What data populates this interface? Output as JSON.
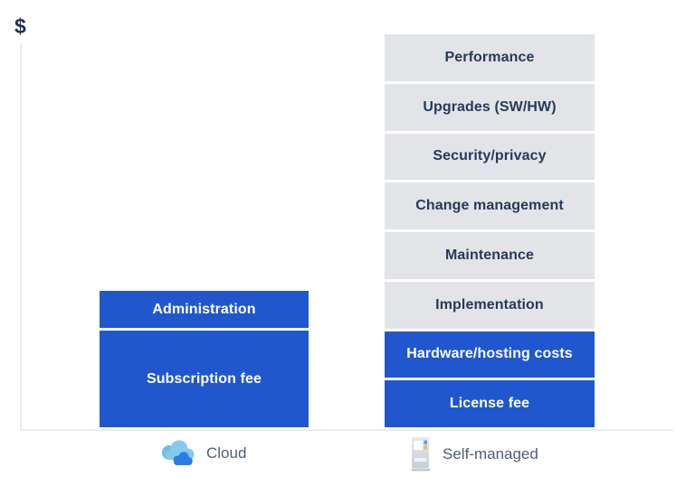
{
  "chart_data": {
    "type": "bar",
    "stacked": true,
    "title": "",
    "ylabel": "$",
    "xlabel": "",
    "axis": {
      "y_numeric_ticks": false,
      "grid": false
    },
    "legend_position": "bottom",
    "categories": [
      "Cloud",
      "Self-managed"
    ],
    "bars": [
      {
        "category": "Cloud",
        "segments_bottom_to_top": [
          {
            "label": "Subscription fee",
            "color": "#2057CE",
            "relative_height": 107
          },
          {
            "label": "Administration",
            "color": "#2057CE",
            "relative_height": 41
          }
        ]
      },
      {
        "category": "Self-managed",
        "segments_bottom_to_top": [
          {
            "label": "License fee",
            "color": "#2057CE",
            "relative_height": 52
          },
          {
            "label": "Hardware/hosting costs",
            "color": "#2057CE",
            "relative_height": 52
          },
          {
            "label": "Implementation",
            "color": "#E2E4E8",
            "relative_height": 52
          },
          {
            "label": "Maintenance",
            "color": "#E2E4E8",
            "relative_height": 52
          },
          {
            "label": "Change management",
            "color": "#E2E4E8",
            "relative_height": 52
          },
          {
            "label": "Security/privacy",
            "color": "#E2E4E8",
            "relative_height": 52
          },
          {
            "label": "Upgrades (SW/HW)",
            "color": "#E2E4E8",
            "relative_height": 52
          },
          {
            "label": "Performance",
            "color": "#E2E4E8",
            "relative_height": 52
          }
        ]
      }
    ]
  },
  "legend": {
    "items": [
      {
        "icon": "cloud-icon",
        "label": "Cloud"
      },
      {
        "icon": "server-icon",
        "label": "Self-managed"
      }
    ]
  },
  "colors": {
    "blue_segment": "#2057CE",
    "gray_segment": "#E2E4E8",
    "navy_text": "#27395B",
    "currency_label": "#1D3054",
    "legend_text": "#4C5C77",
    "axis_line": "#EAECEF",
    "cloud_icon_light": "#83CBEA",
    "cloud_icon_dark": "#2B7CE5",
    "server_icon_body": "#D7DCE3"
  }
}
